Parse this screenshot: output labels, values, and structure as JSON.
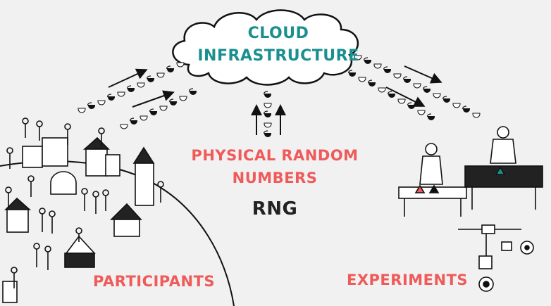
{
  "labels": {
    "cloud_line1": "CLOUD",
    "cloud_line2": "INFRASTRUCTURE",
    "rng_line1": "PHYSICAL RANDOM",
    "rng_line2": "NUMBERS",
    "rng_main": "RNG",
    "participants": "PARTICIPANTS",
    "experiments": "EXPERIMENTS"
  },
  "colors": {
    "accent_teal": "#1a8f8f",
    "accent_red": "#ef5a5a",
    "ink": "#222222",
    "background": "#f1f1f1"
  }
}
